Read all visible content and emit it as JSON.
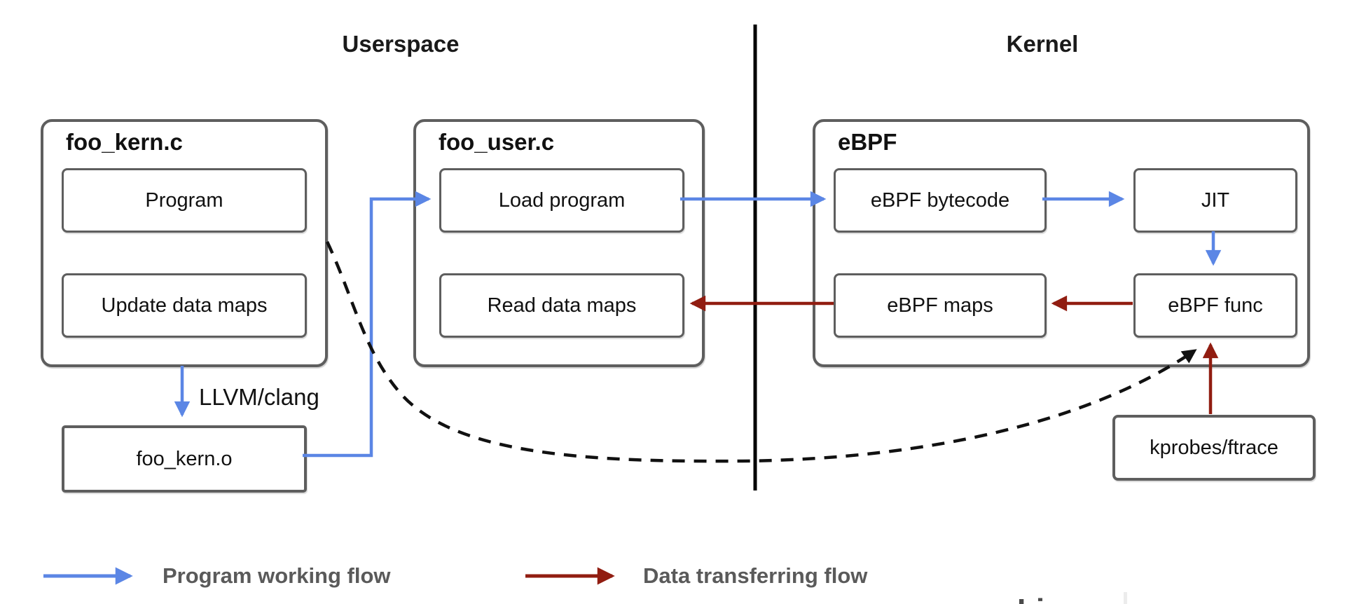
{
  "diagram": {
    "regions": [
      {
        "label": "Userspace"
      },
      {
        "label": "Kernel"
      }
    ],
    "containers": [
      {
        "title": "foo_kern.c",
        "nodes": [
          {
            "label": "Program"
          },
          {
            "label": "Update data maps"
          }
        ]
      },
      {
        "title": "foo_user.c",
        "nodes": [
          {
            "label": "Load program"
          },
          {
            "label": "Read data maps"
          }
        ]
      },
      {
        "title": "eBPF",
        "nodes": [
          {
            "label": "eBPF bytecode"
          },
          {
            "label": "JIT"
          },
          {
            "label": "eBPF maps"
          },
          {
            "label": "eBPF func"
          }
        ]
      }
    ],
    "standalone": {
      "foo_kern_o": {
        "label": "foo_kern.o"
      },
      "kprobes": {
        "label": "kprobes/ftrace"
      }
    },
    "edge_label": "LLVM/clang"
  },
  "legend": {
    "items": [
      {
        "label": "Program working flow",
        "color": "#5b86e5"
      },
      {
        "label": "Data transferring flow",
        "color": "#911d11"
      }
    ]
  },
  "colors": {
    "program_flow_blue": "#5b86e5",
    "data_flow_red": "#911d11",
    "box_border_gray": "#5e5e5e",
    "legend_text_gray": "#5a5a5a",
    "divider_black": "#000000"
  },
  "watermark": {
    "partial_text": "Li"
  }
}
